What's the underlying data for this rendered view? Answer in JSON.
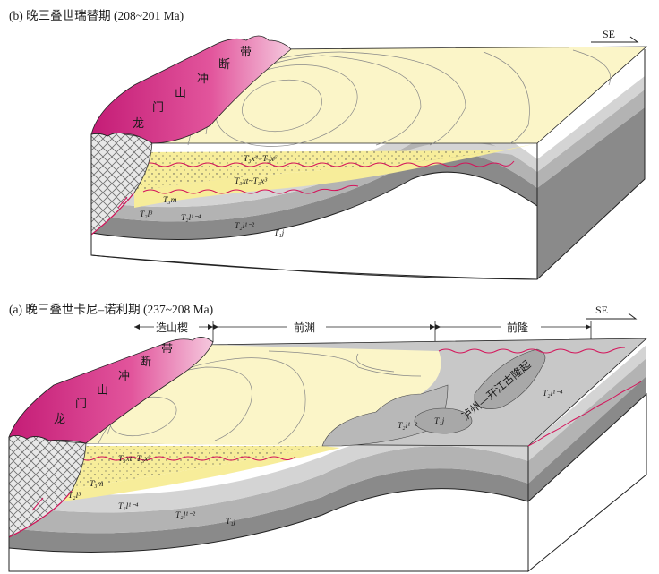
{
  "panel_b": {
    "title": "(b) 晚三叠世瑞替期 (208~201 Ma)",
    "direction": "SE",
    "belt_chars": [
      "龙",
      "门",
      "山",
      "冲",
      "断",
      "带"
    ],
    "strat": {
      "tx": "T₃x⁴~T₃x⁶",
      "txt": "T₃xt~T₃x³",
      "tm": "T₃m",
      "tf3": "T₂l³",
      "tf14": "T₂l¹⁻⁴",
      "tf12": "T₂l¹⁻²",
      "tj": "T₁j"
    }
  },
  "panel_a": {
    "title": "(a) 晚三叠世卡尼–诺利期 (237~208 Ma)",
    "direction": "SE",
    "belt_chars": [
      "龙",
      "门",
      "山",
      "冲",
      "断",
      "带"
    ],
    "ranges": {
      "orogenic_wedge": "造山楔",
      "foredeep": "前渊",
      "forebulge": "前隆"
    },
    "uplift_label": "泸州—开江古隆起",
    "strat": {
      "txt": "T₃xt~T₃x³",
      "tm": "T₃m",
      "tl3": "T₂l³",
      "tl14": "T₂l¹⁻⁴",
      "tl12_left": "T₂l¹⁻²",
      "tj_left": "T₁j",
      "tl12_right": "T₂l¹⁻²",
      "tj_right": "T₁j",
      "tl14_right": "T₂l¹⁻⁴"
    }
  },
  "colors": {
    "belt": "#e0559a",
    "basin_fill": "#fbf5c8",
    "sand": "#f7ed9a",
    "gray_light": "#d4d4d4",
    "gray_mid": "#b3b3b3",
    "gray_dark": "#8a8a8a",
    "unconformity": "#d4145a"
  }
}
